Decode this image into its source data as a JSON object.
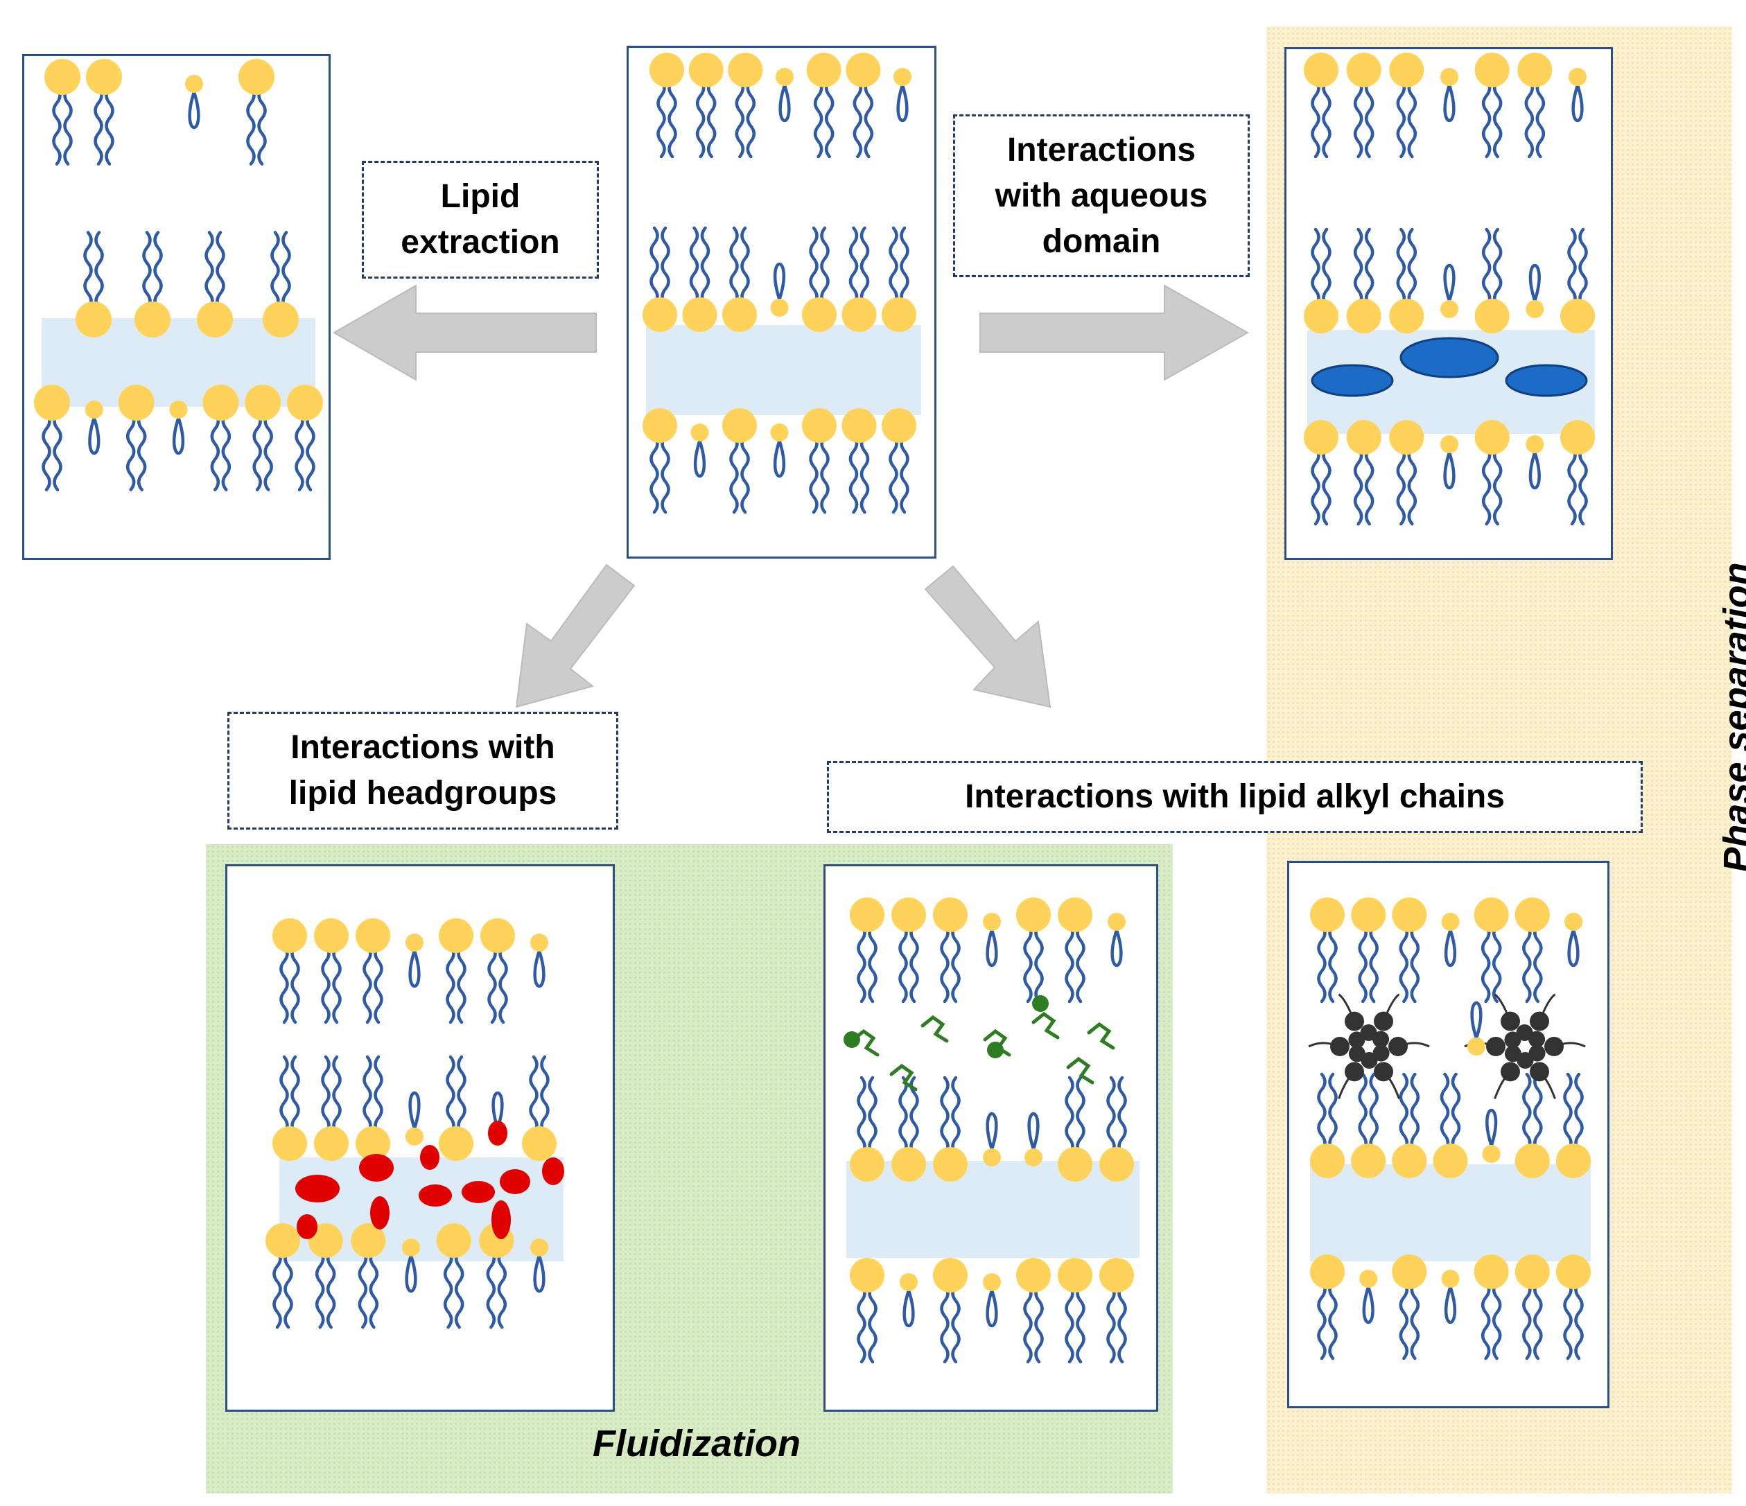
{
  "labels": {
    "lipid_extraction": [
      "Lipid",
      "extraction"
    ],
    "aqueous_domain": [
      "Interactions",
      "with aqueous",
      "domain"
    ],
    "headgroups": [
      "Interactions with",
      "lipid headgroups"
    ],
    "alkyl_chains": [
      "Interactions with lipid alkyl chains"
    ]
  },
  "regions": {
    "fluidization": "Fluidization",
    "phase_separation": "Phase separation"
  },
  "colors": {
    "panel_border": "#2a4f8a",
    "lipid_head": "#ffd35a",
    "lipid_tail": "#2f5aa6",
    "water_layer": "#dcebf5",
    "aqueous_domain_ellipse": "#1c6bc4",
    "headgroup_interactor": "#e00000",
    "alkyl_interactor": "#2e7d22",
    "dendrimer": "#333333",
    "arrow_fill": "#cccccc",
    "fluidization_bg": "#d9ecc7",
    "phase_separation_bg": "#fbf0cf"
  },
  "icons": {
    "lipid": "lipid-icon",
    "arrow": "block-arrow-icon"
  }
}
